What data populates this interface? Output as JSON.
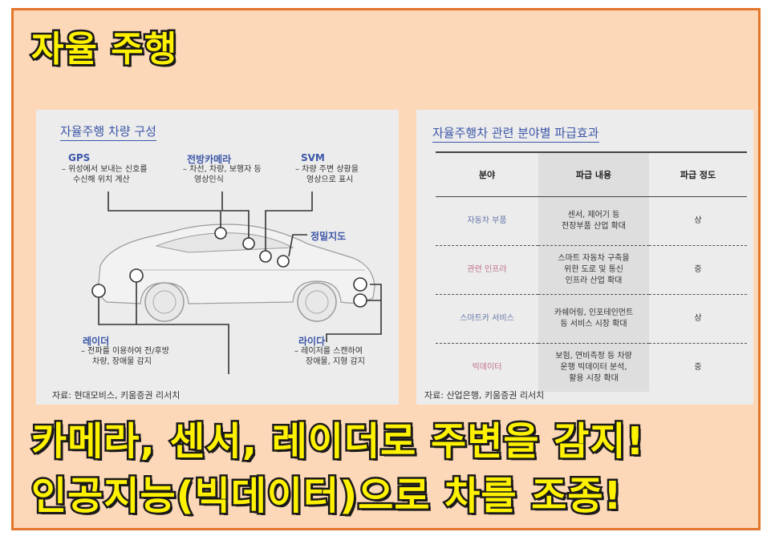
{
  "slide": {
    "title": "자율 주행",
    "caption_line1": "카메라, 센서, 레이더로 주변을 감지!",
    "caption_line2": "인공지능(빅데이터)으로 차를 조종!"
  },
  "left_panel": {
    "title": "자율주행 차량 구성",
    "source": "자료: 현대모비스, 키움증권 리서치",
    "components": [
      {
        "name": "GPS",
        "desc1": "– 위성에서 보내는 신호를",
        "desc2": "수신해 위치 계산"
      },
      {
        "name": "전방카메라",
        "desc1": "– 차선, 차량, 보행자 등",
        "desc2": "영상인식"
      },
      {
        "name": "SVM",
        "desc1": "– 차량 주변 상황을",
        "desc2": "영상으로 표시"
      },
      {
        "name": "정밀지도",
        "desc1": "",
        "desc2": ""
      },
      {
        "name": "레이더",
        "desc1": "– 전파를 이용하여 전/후방",
        "desc2": "차량, 장애물 감지"
      },
      {
        "name": "라이다",
        "desc1": "– 레이저를 스캔하여",
        "desc2": "장애물, 지형 감지"
      }
    ]
  },
  "right_panel": {
    "title": "자율주행차 관련 분야별 파급효과",
    "source": "자료: 산업은행, 키움증권 리서치",
    "headers": [
      "분야",
      "파급 내용",
      "파급 정도"
    ],
    "rows": [
      {
        "field": "자동차 부품",
        "content1": "센서, 제어기 등",
        "content2": "전장부품 산업 확대",
        "content3": "",
        "level": "상"
      },
      {
        "field": "관련 인프라",
        "content1": "스마트 자동차 구축을",
        "content2": "위한 도로 및 통신",
        "content3": "인프라 산업 확대",
        "level": "중"
      },
      {
        "field": "스마트카 서비스",
        "content1": "카쉐어링, 인포테인먼트",
        "content2": "등 서비스 시장 확대",
        "content3": "",
        "level": "상"
      },
      {
        "field": "빅데이터",
        "content1": "보험, 연비측정 등 차량",
        "content2": "운행 빅데이터 분석,",
        "content3": "활용 시장 확대",
        "level": "중"
      }
    ]
  },
  "colors": {
    "slide_bg": "#fcd7b8",
    "slide_border": "#e3762b",
    "caption_fill": "#fff200",
    "caption_stroke": "#1a1a1a",
    "accent_blue": "#3c56a8"
  }
}
